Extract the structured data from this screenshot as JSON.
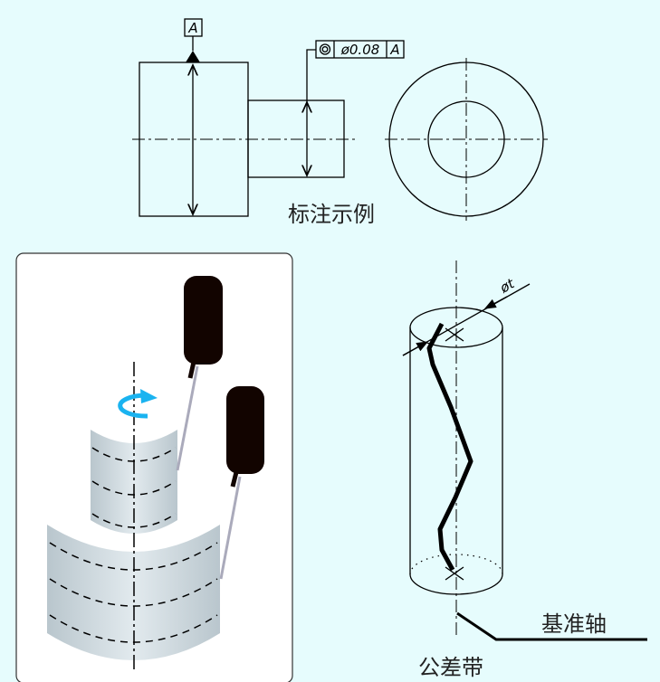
{
  "drawing": {
    "datum_label": "A",
    "fcf": {
      "symbol": "concentricity",
      "tolerance": "ø0.08",
      "datum": "A"
    },
    "caption": "标注示例"
  },
  "zone": {
    "tolerance_label": "øt",
    "axis_label": "基准轴",
    "zone_label": "公差带"
  },
  "colors": {
    "background": "#e6fcfd",
    "rotation_arrow": "#1ab3f0",
    "probe": "#120400"
  }
}
